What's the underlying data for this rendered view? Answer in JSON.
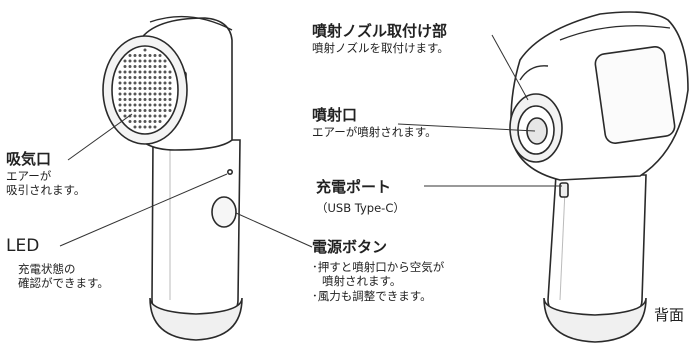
{
  "labels": {
    "intake": {
      "title": "吸気口",
      "lines": [
        "エアーが",
        "吸引されます。"
      ]
    },
    "led": {
      "title": "LED",
      "lines": [
        "充電状態の",
        "確認ができます。"
      ]
    },
    "nozzle_mount": {
      "title": "噴射ノズル取付け部",
      "lines": [
        "噴射ノズルを取付けます。"
      ]
    },
    "outlet": {
      "title": "噴射口",
      "lines": [
        "エアーが噴射されます。"
      ]
    },
    "charge_port": {
      "title": "充電ポート",
      "lines": [
        "（USB Type-C）"
      ]
    },
    "power_button": {
      "title": "電源ボタン",
      "lines": [
        "･押すと噴射口から空気が",
        "噴射されます。",
        "･風力も調整できます。"
      ]
    },
    "back_view": {
      "title": "背面"
    }
  },
  "colors": {
    "line": "#333333",
    "body_fill": "#ffffff",
    "body_stroke": "#2a2a2a",
    "grille": "#555555",
    "shade": "#e8e8e8"
  }
}
